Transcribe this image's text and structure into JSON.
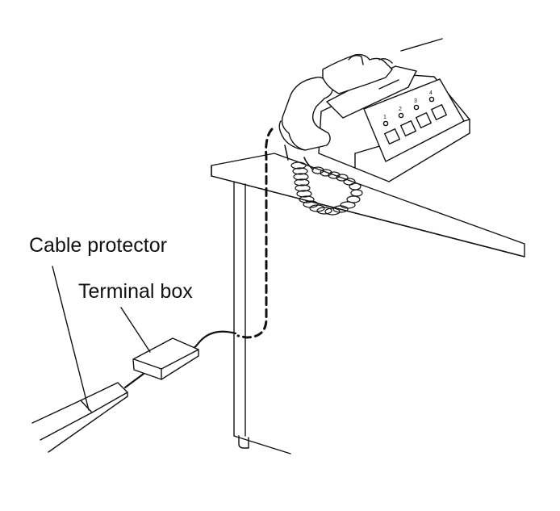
{
  "labels": {
    "cable_protector": "Cable protector",
    "terminal_box": "Terminal box"
  },
  "phone": {
    "key_numbers": [
      "1",
      "2",
      "3",
      "4"
    ]
  }
}
